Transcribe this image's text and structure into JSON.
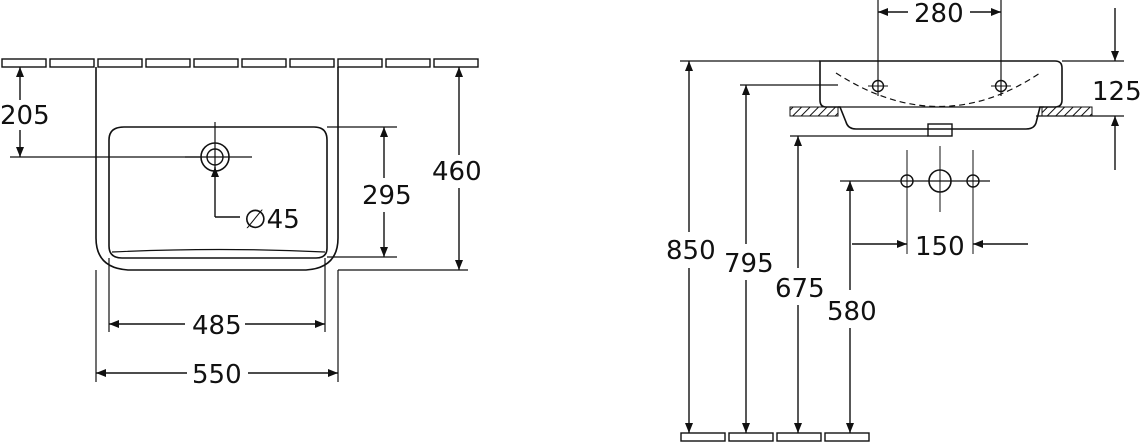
{
  "colors": {
    "line": "#111111",
    "background": "#ffffff"
  },
  "top_view": {
    "labels": {
      "offset": "205",
      "inner_depth": "295",
      "outer_depth": "460",
      "hole_diameter": "∅45",
      "inner_width": "485",
      "outer_width": "550"
    }
  },
  "side_view": {
    "labels": {
      "hole_spacing": "280",
      "thickness": "125",
      "height_rim": "850",
      "height_lower": "795",
      "height_bottom": "675",
      "height_pipes": "580",
      "pipe_spacing": "150"
    }
  }
}
